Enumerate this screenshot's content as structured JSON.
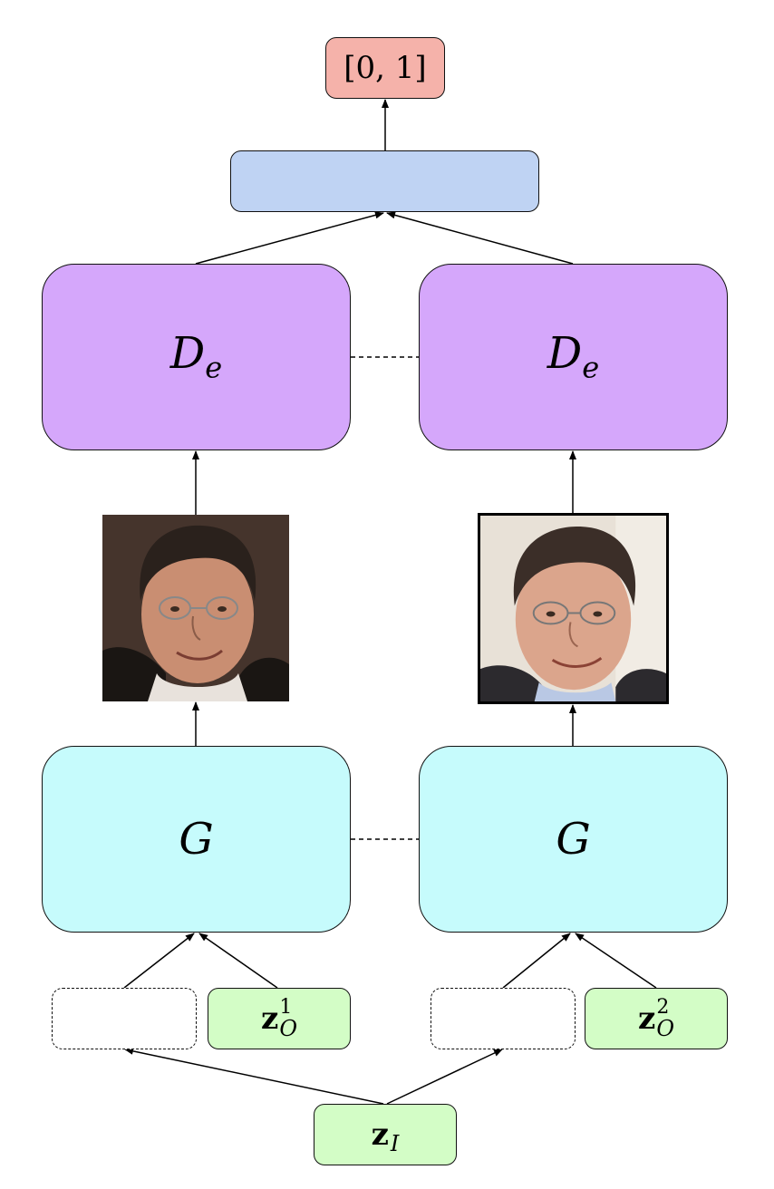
{
  "output": {
    "label": "[0, 1]"
  },
  "fusion": {
    "label": ""
  },
  "discriminators": [
    {
      "symbol": "D",
      "subscript": "e"
    },
    {
      "symbol": "D",
      "subscript": "e"
    }
  ],
  "generators": [
    {
      "symbol": "G"
    },
    {
      "symbol": "G"
    }
  ],
  "codes": {
    "z_o1": {
      "base": "z",
      "subscript": "O",
      "superscript": "1"
    },
    "z_o2": {
      "base": "z",
      "subscript": "O",
      "superscript": "2"
    },
    "z_i": {
      "base": "z",
      "subscript": "I"
    }
  },
  "images": {
    "real": {
      "icon": "real-face-photo",
      "frame": "none"
    },
    "generated": {
      "icon": "generated-face-photo",
      "frame": "black-border"
    }
  },
  "colors": {
    "output_fill": "#f5b2aa",
    "fusion_fill": "#bfd3f3",
    "discriminator_fill": "#d5a7fb",
    "generator_fill": "#c6fbfc",
    "code_fill": "#d3fdc6"
  }
}
